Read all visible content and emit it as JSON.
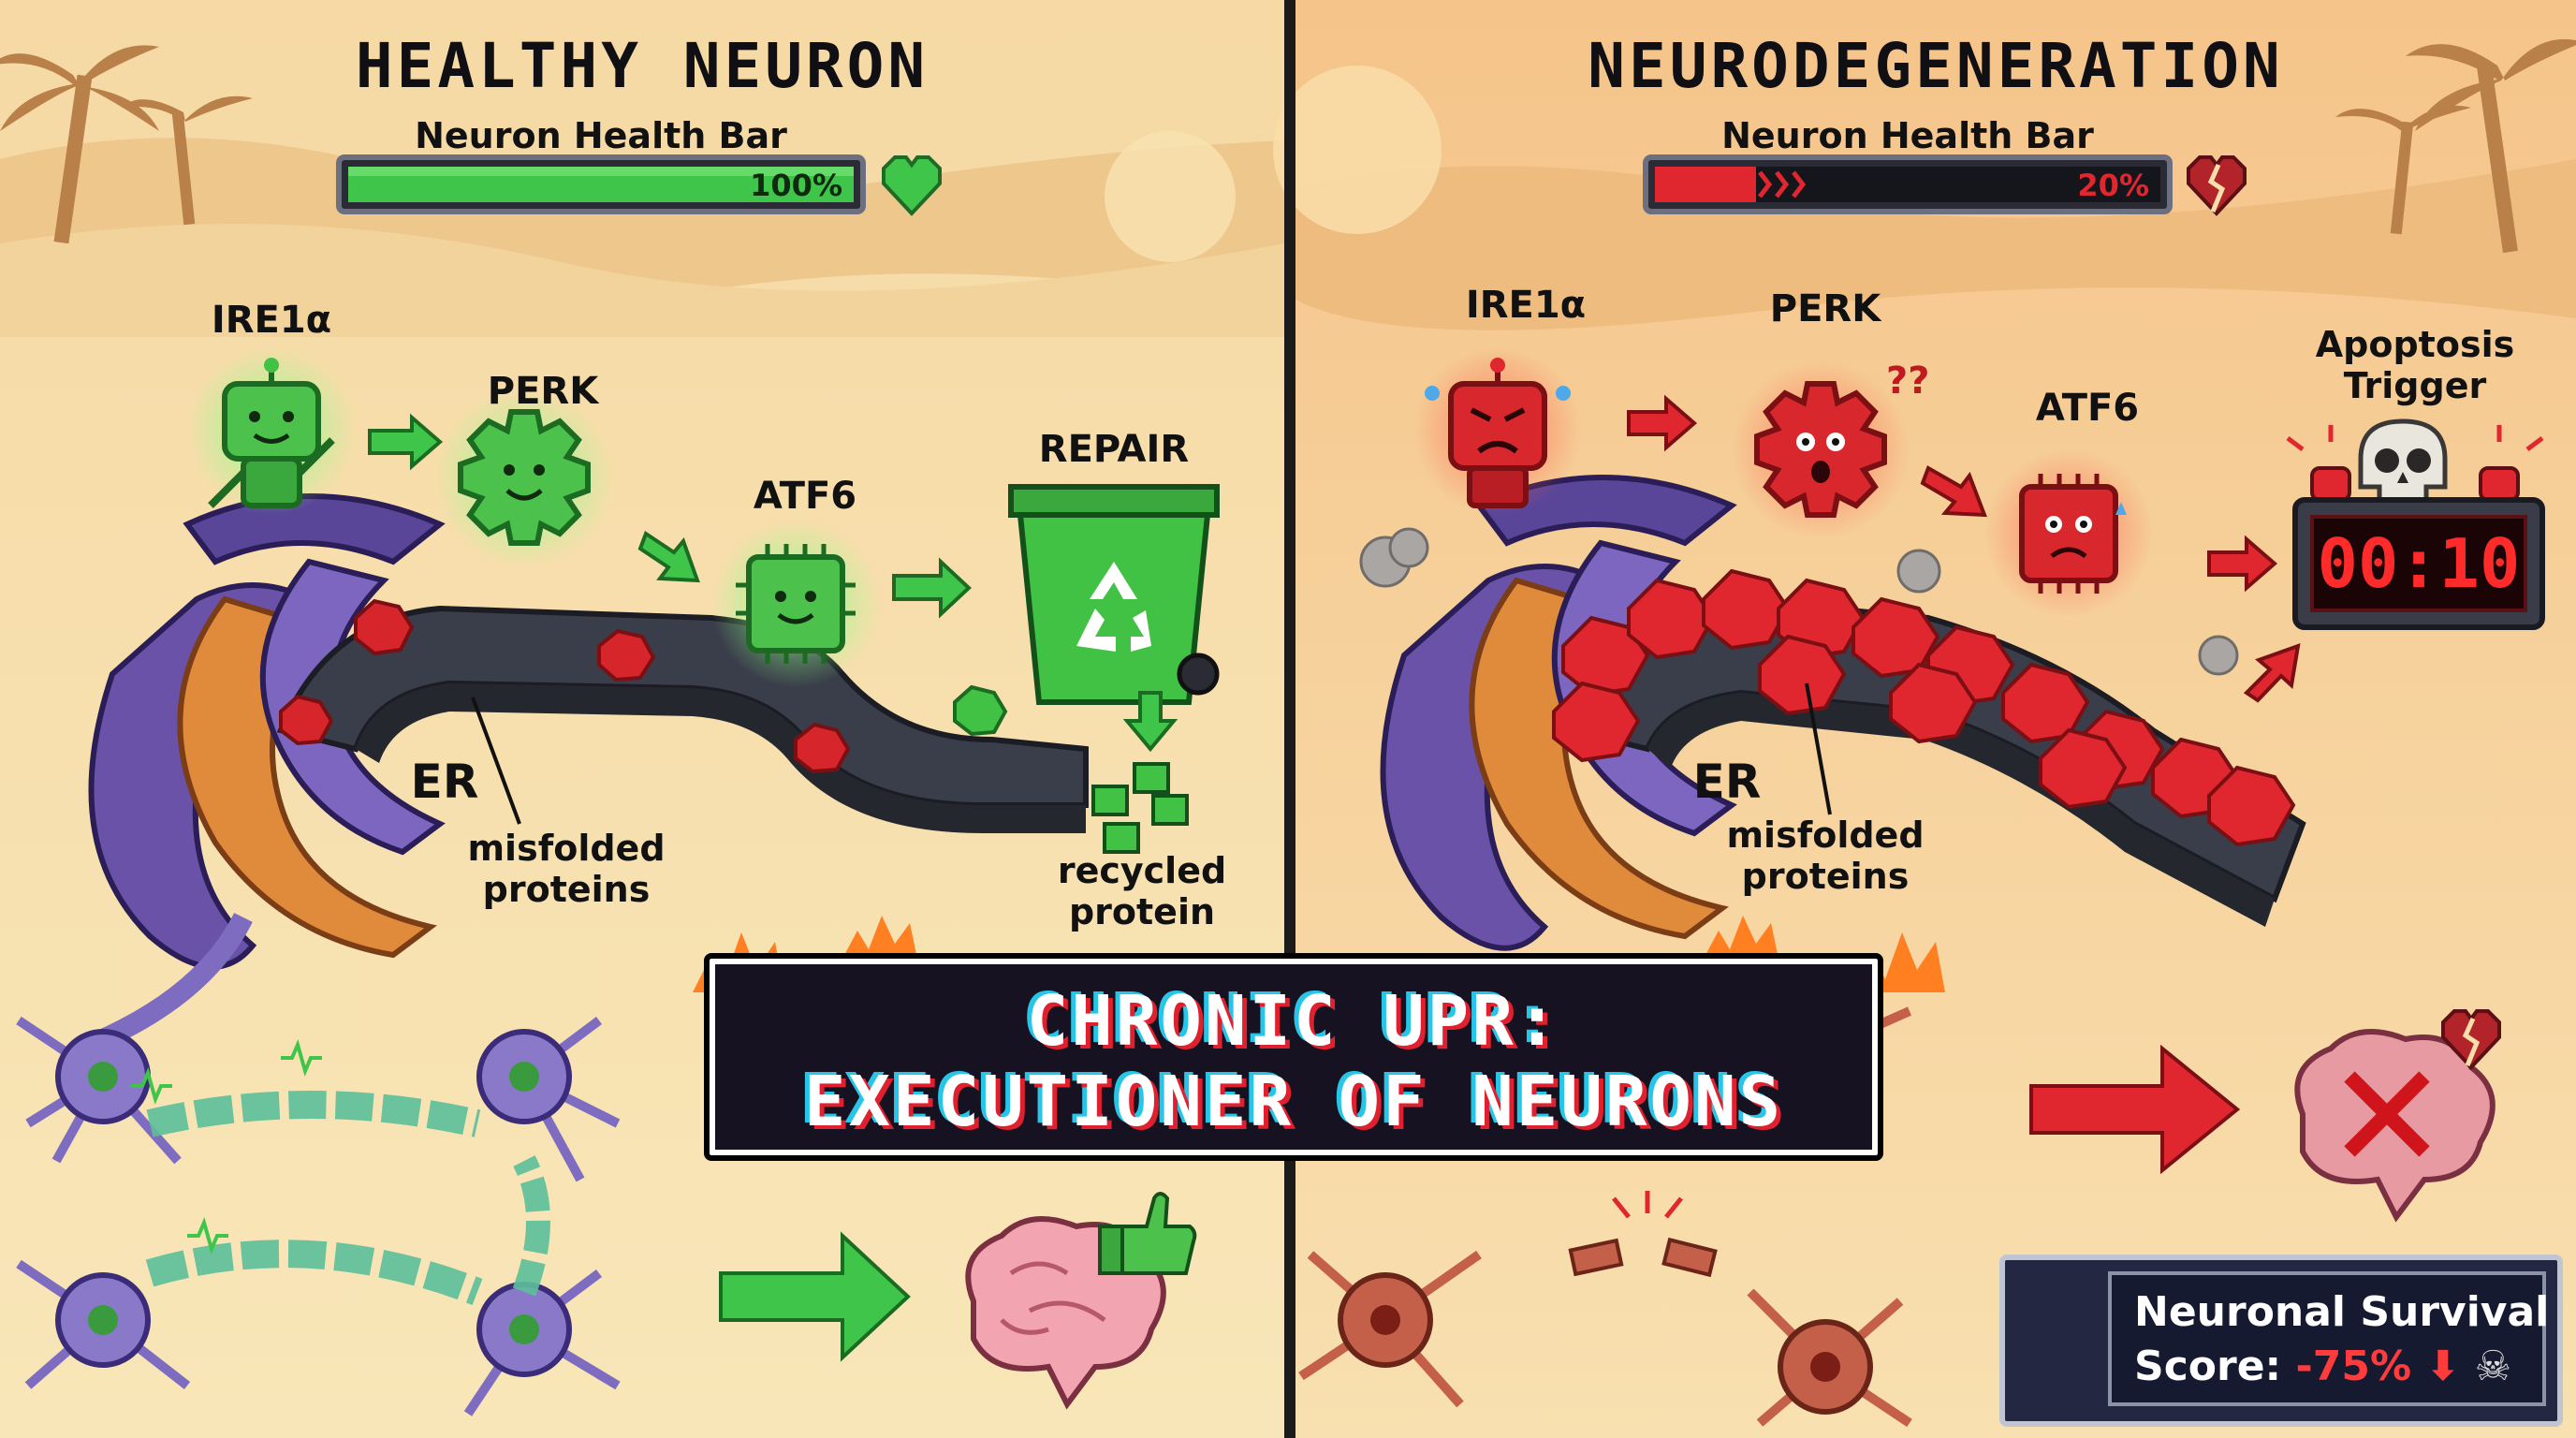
{
  "left_panel": {
    "title": "HEALTHY NEURON",
    "health_bar_label": "Neuron Health Bar",
    "health_percent_text": "100%",
    "health_fraction": 1.0,
    "bar_color": "#3fc64a",
    "sensors": [
      "IRE1α",
      "PERK",
      "ATF6"
    ],
    "repair_label": "REPAIR",
    "er_label": "ER",
    "misfolded_label": "misfolded proteins",
    "recycled_label": "recycled protein"
  },
  "right_panel": {
    "title": "NEURODEGENERATION",
    "health_bar_label": "Neuron Health Bar",
    "health_percent_text": "20%",
    "health_fraction": 0.2,
    "bar_color": "#e0262e",
    "sensors": [
      "IRE1α",
      "PERK",
      "ATF6"
    ],
    "apoptosis_label": "Apoptosis Trigger",
    "timer_text": "00:10",
    "er_label": "ER",
    "misfolded_label": "misfolded proteins"
  },
  "banner": {
    "line1": "CHRONIC UPR:",
    "line2": "EXECUTIONER OF NEURONS"
  },
  "score": {
    "line1": "Neuronal Survival",
    "label": "Score:",
    "value": "-75%"
  },
  "colors": {
    "background": "#f6dfa8",
    "healthy_green": "#3fc64a",
    "stress_red": "#e0262e",
    "er_purple": "#6a52a8",
    "er_orange": "#e08a3c"
  }
}
